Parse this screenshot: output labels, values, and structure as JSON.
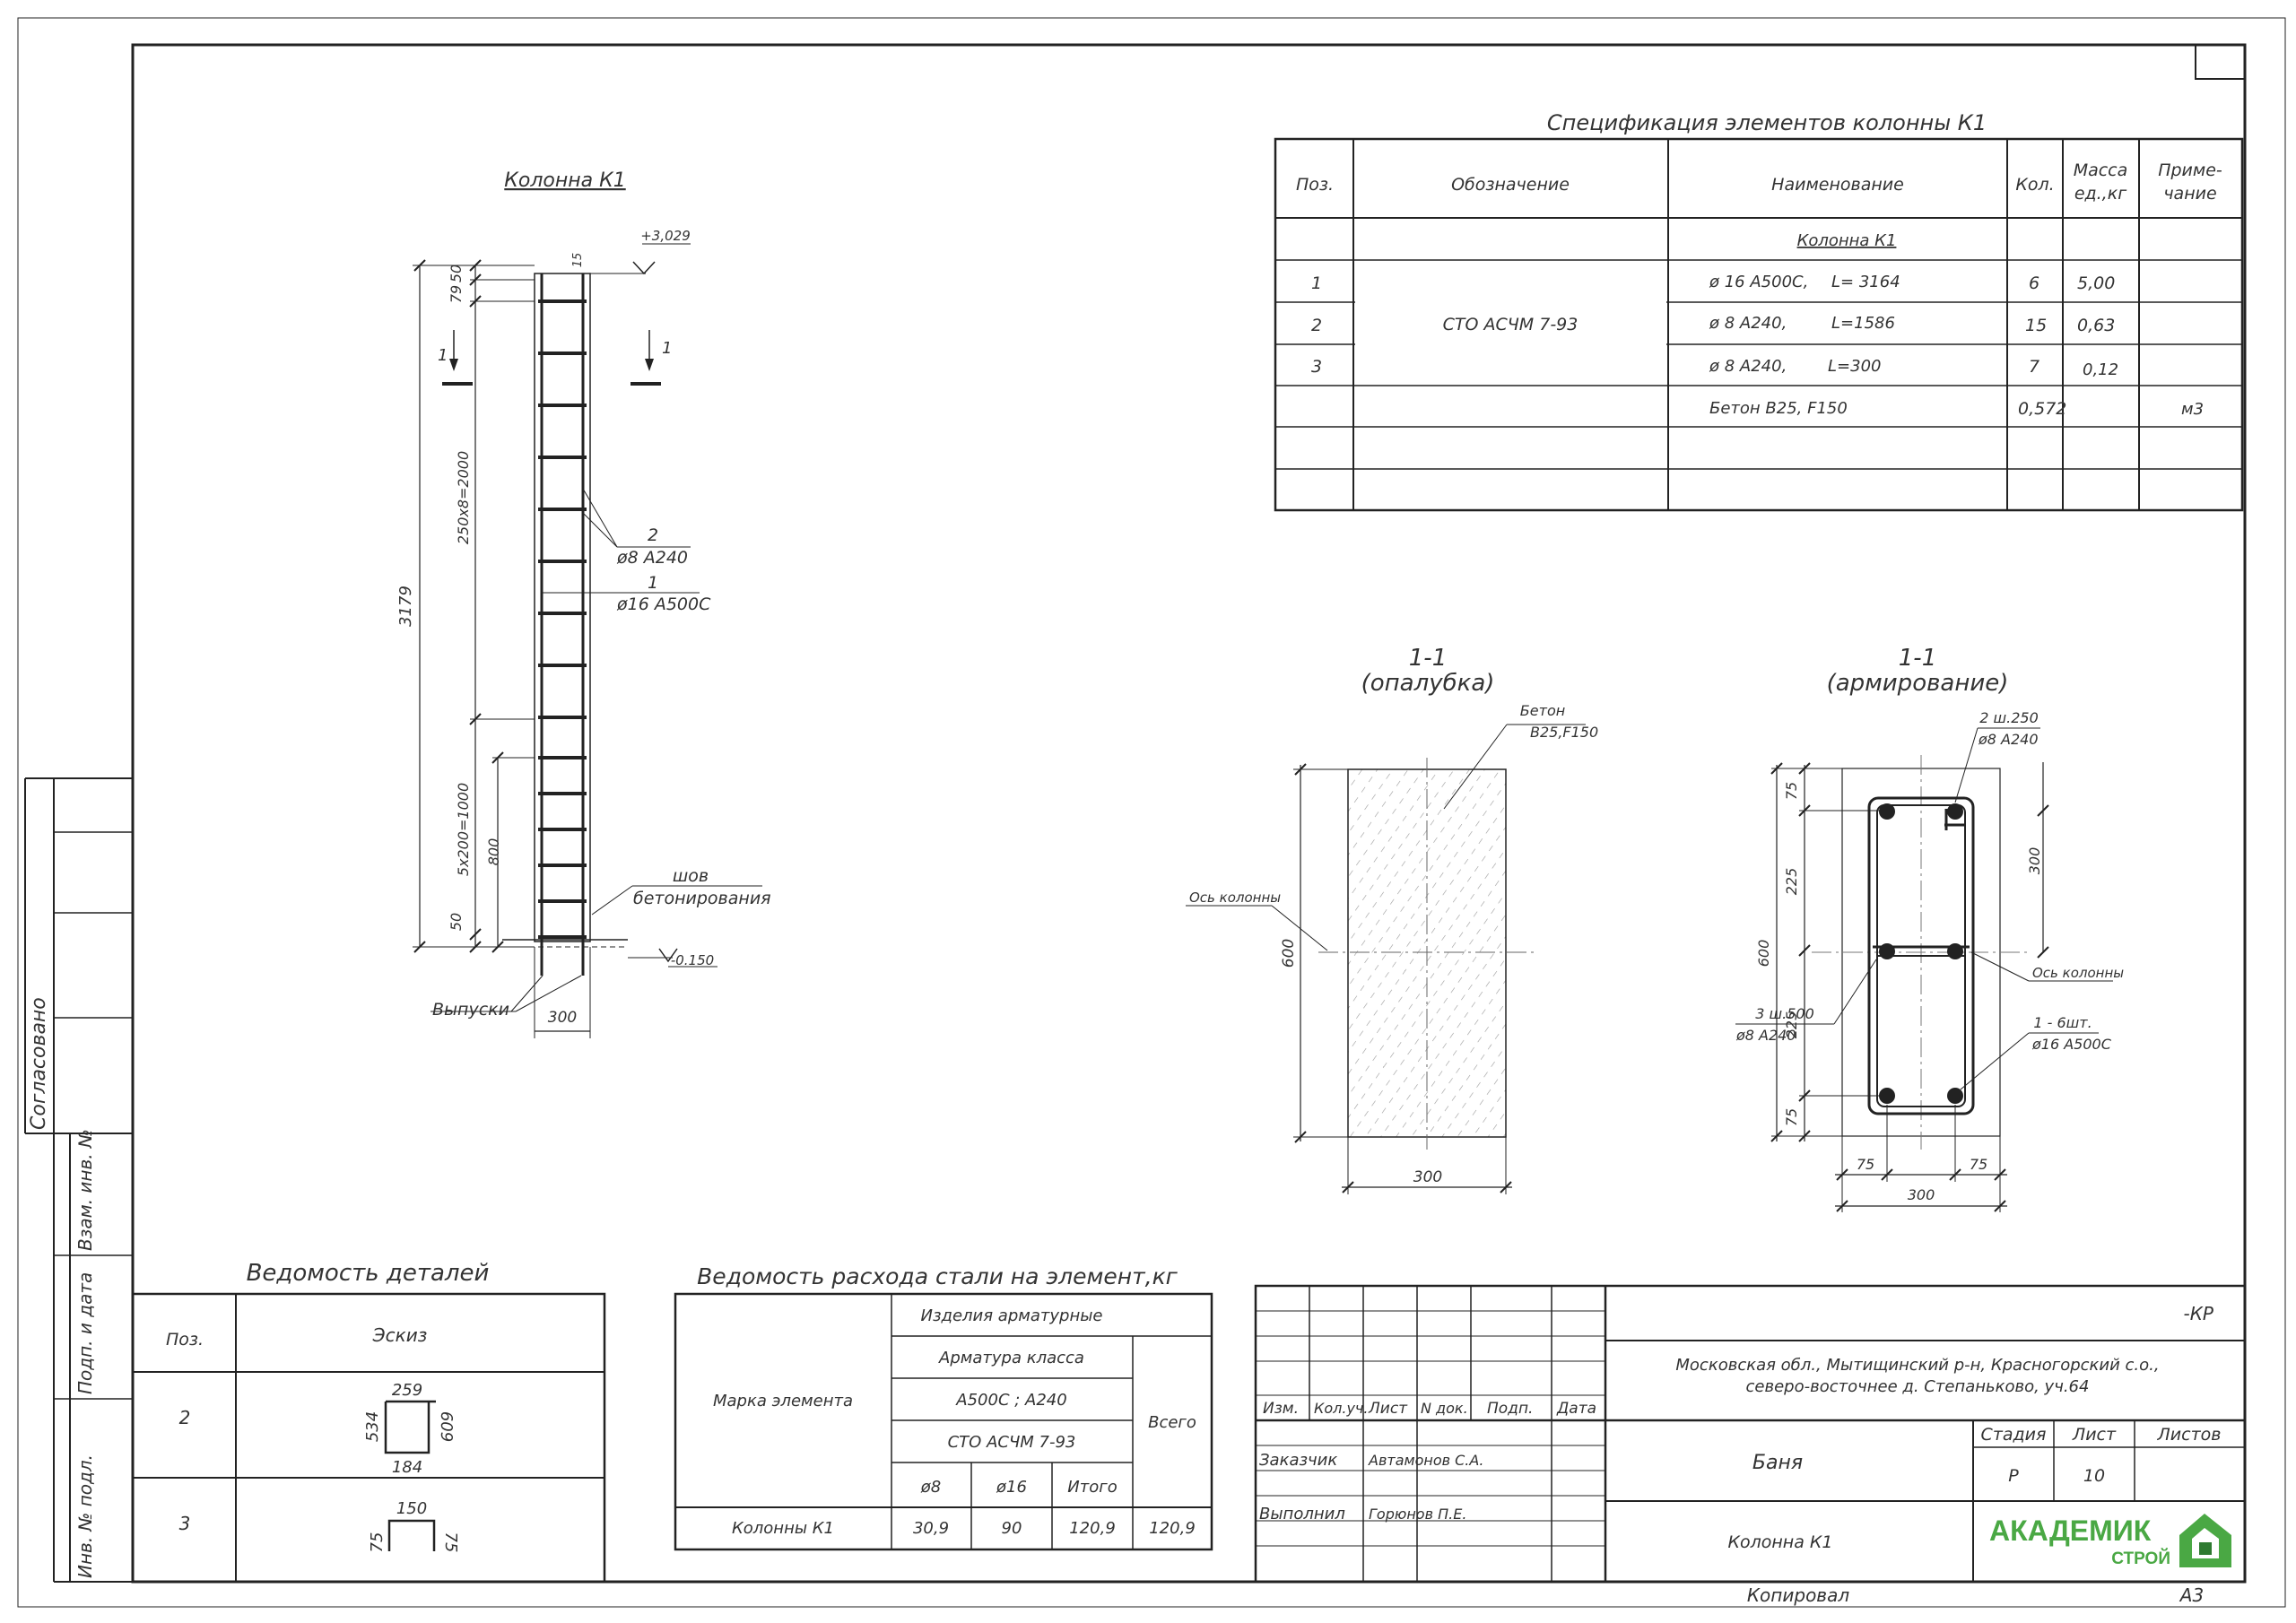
{
  "stamps": {
    "agreed": "Согласовано",
    "vzam": "Взам. инв. №",
    "podp_data": "Подп. и дата",
    "inv_podl": "Инв. № подл."
  },
  "column_title": "Колонна К1",
  "column_drawing": {
    "elev_top": "+3,029",
    "elev_bottom": "-0.150",
    "dims": {
      "top50": "50",
      "d79": "79",
      "d15": "15",
      "total": "3179",
      "upper_step": "250x8=2000",
      "lower_step": "5x200=1000",
      "d800": "800",
      "bottom50": "50",
      "width": "300"
    },
    "section_mark": "1",
    "callout_2_pos": "2",
    "callout_2_label": "ø8 А240",
    "callout_1_pos": "1",
    "callout_1_label": "ø16 А500С",
    "seam_line1": "шов",
    "seam_line2": "бетонирования",
    "outlets": "Выпуски"
  },
  "spec": {
    "title": "Спецификация элементов колонны К1",
    "headers": {
      "pos": "Поз.",
      "designation": "Обозначение",
      "name": "Наименование",
      "qty": "Кол.",
      "mass1": "Масса",
      "mass2": "ед.,кг",
      "note1": "Приме-",
      "note2": "чание"
    },
    "group": "Колонна К1",
    "standard": "СТО АСЧМ 7-93",
    "rows": [
      {
        "pos": "1",
        "name": "ø 16 А500С,",
        "len": "L= 3164",
        "qty": "6",
        "mass": "5,00",
        "note": ""
      },
      {
        "pos": "2",
        "name": "ø 8 А240,",
        "len": "L=1586",
        "qty": "15",
        "mass": "0,63",
        "note": ""
      },
      {
        "pos": "3",
        "name": "ø 8 А240,",
        "len": "L=300",
        "qty": "7",
        "mass": "0,12",
        "note": ""
      },
      {
        "pos": "",
        "name": "Бетон  В25, F150",
        "len": "",
        "qty": "0,572",
        "mass": "",
        "note": "м3"
      }
    ]
  },
  "sec_formwork": {
    "line1": "1-1",
    "line2": "(опалубка)",
    "concrete1": "Бетон",
    "concrete2": "В25,F150",
    "axis": "Ось колонны",
    "height": "600",
    "width": "300"
  },
  "sec_reinf": {
    "line1": "1-1",
    "line2": "(армирование)",
    "c2a": "2  ш.250",
    "c2b": "ø8 А240",
    "c3a": "3  ш.500",
    "c3b": "ø8 А240",
    "c1a": "1 - 6шт.",
    "c1b": "ø16 А500С",
    "axis": "Ось колонны",
    "d75": "75",
    "d225": "225",
    "d600": "600",
    "d300": "300"
  },
  "details": {
    "title": "Ведомость деталей",
    "h_pos": "Поз.",
    "h_sketch": "Эскиз",
    "r1_pos": "2",
    "r1_top": "259",
    "r1_bottom": "184",
    "r1_left": "534",
    "r1_right": "609",
    "r2_pos": "3",
    "r2_top": "150",
    "r2_left": "75",
    "r2_right": "75"
  },
  "steel": {
    "title": "Ведомость расхода стали на элемент,кг",
    "mark": "Марка элемента",
    "products": "Изделия арматурные",
    "class": "Арматура класса",
    "grades": "А500С ; А240",
    "standard": "СТО АСЧМ 7-93",
    "total": "Всего",
    "d8": "ø8",
    "d16": "ø16",
    "subtotal": "Итого",
    "row": {
      "name": "Колонны К1",
      "v8": "30,9",
      "v16": "90",
      "sub": "120,9",
      "total": "120,9"
    }
  },
  "title_block": {
    "code": "-КР",
    "address1": "Московская обл., Мытищинский р-н, Красногорский с.о.,",
    "address2": "северо-восточнее д. Степаньково, уч.64",
    "cols": [
      "Изм.",
      "Кол.уч.",
      "Лист",
      "N док.",
      "Подп.",
      "Дата"
    ],
    "customer_label": "Заказчик",
    "customer": "Автамонов С.А.",
    "performer_label": "Выполнил",
    "performer": "Горюнов П.Е.",
    "project": "Баня",
    "sheet_name": "Колонна К1",
    "stage_h": "Стадия",
    "sheet_h": "Лист",
    "sheets_h": "Листов",
    "stage": "Р",
    "sheet": "10",
    "sheets": "",
    "logo_main": "АКАДЕМИК",
    "logo_sub": "СТРОЙ",
    "copied": "Копировал",
    "format": "А3"
  },
  "colors": {
    "logo_green": "#4aa844",
    "logo_dark": "#2e7a30"
  }
}
